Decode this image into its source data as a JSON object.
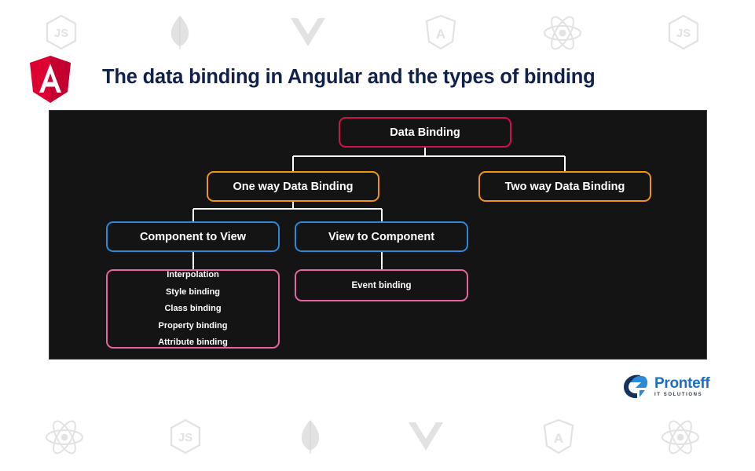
{
  "header": {
    "logo_icon": "angular-shield-icon",
    "title": "The data binding in Angular and the types of binding",
    "title_color": "#12214a"
  },
  "watermarks": {
    "top": [
      "nodejs-js-hexagon-icon",
      "mongodb-leaf-icon",
      "vuejs-icon",
      "angular-shield-icon",
      "react-atom-icon",
      "nodejs-js-hexagon-icon"
    ],
    "bottom": [
      "react-atom-icon",
      "nodejs-js-hexagon-icon",
      "mongodb-leaf-icon",
      "vuejs-icon",
      "angular-shield-icon",
      "react-atom-icon"
    ],
    "color": "#e2e2e2"
  },
  "diagram": {
    "background": "#141414",
    "connector_color": "#ffffff",
    "colors": {
      "crimson": "#d1104a",
      "orange": "#f09418",
      "blue": "#2f87d8",
      "pink": "#e8649f"
    },
    "nodes": {
      "root": {
        "label": "Data Binding",
        "accent": "#d1104a"
      },
      "one_way": {
        "label": "One way Data Binding",
        "accent": "#f09418"
      },
      "two_way": {
        "label": "Two way Data Binding",
        "accent": "#f09418"
      },
      "component_to_view": {
        "label": "Component to View",
        "accent": "#2f87d8"
      },
      "view_to_component": {
        "label": "View to Component",
        "accent": "#2f87d8"
      },
      "event_binding": {
        "label": "Event binding",
        "accent": "#e8649f"
      },
      "binding_list": {
        "accent": "#e8649f",
        "items": [
          "Interpolation",
          "Style binding",
          "Class binding",
          "Property binding",
          "Attribute binding"
        ]
      }
    }
  },
  "brand": {
    "mark_icon": "pronteff-e-mark-icon",
    "name": "Pronteff",
    "tagline": "IT SOLUTIONS",
    "name_color": "#1d6fc0",
    "tagline_color": "#2a3a52"
  }
}
